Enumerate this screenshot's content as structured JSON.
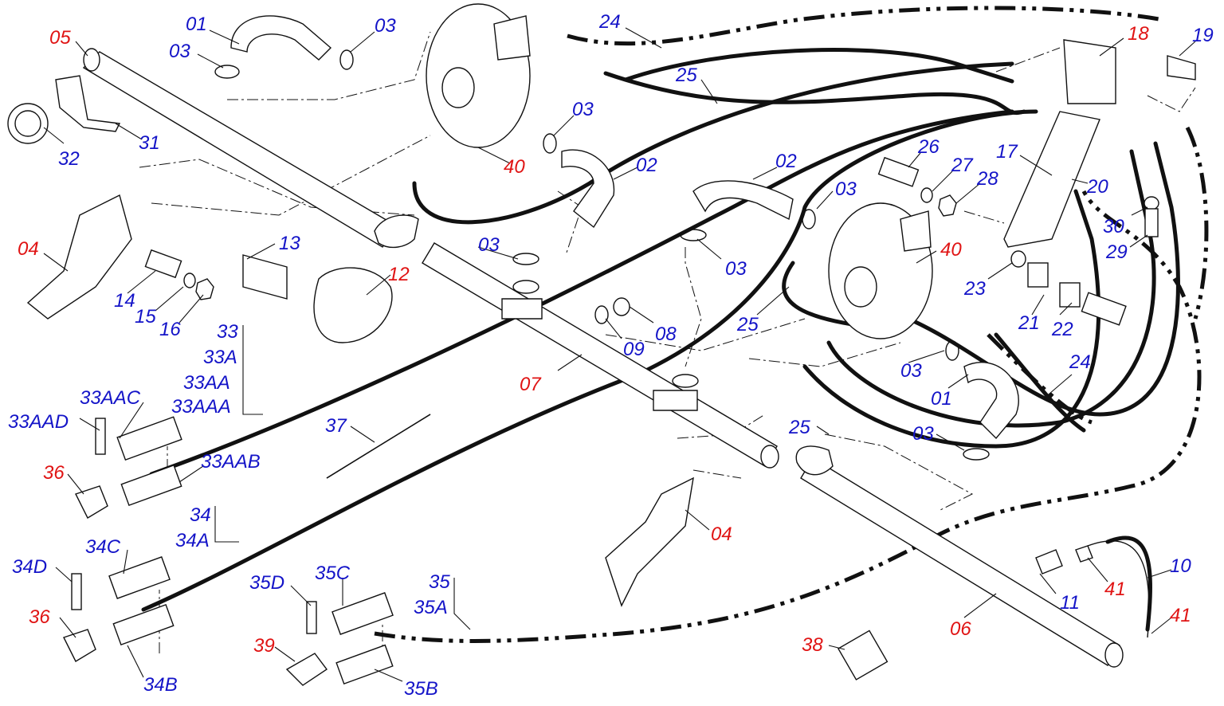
{
  "labels": [
    {
      "id": "l01a",
      "text": "01",
      "color": "blue"
    },
    {
      "id": "l03a",
      "text": "03",
      "color": "blue"
    },
    {
      "id": "l03b",
      "text": "03",
      "color": "blue"
    },
    {
      "id": "l05",
      "text": "05",
      "color": "red"
    },
    {
      "id": "l24a",
      "text": "24",
      "color": "blue"
    },
    {
      "id": "l18",
      "text": "18",
      "color": "red"
    },
    {
      "id": "l19",
      "text": "19",
      "color": "blue"
    },
    {
      "id": "l25a",
      "text": "25",
      "color": "blue"
    },
    {
      "id": "l03c",
      "text": "03",
      "color": "blue"
    },
    {
      "id": "l31",
      "text": "31",
      "color": "blue"
    },
    {
      "id": "l32",
      "text": "32",
      "color": "blue"
    },
    {
      "id": "l40a",
      "text": "40",
      "color": "red"
    },
    {
      "id": "l02a",
      "text": "02",
      "color": "blue"
    },
    {
      "id": "l02b",
      "text": "02",
      "color": "blue"
    },
    {
      "id": "l26",
      "text": "26",
      "color": "blue"
    },
    {
      "id": "l27",
      "text": "27",
      "color": "blue"
    },
    {
      "id": "l17",
      "text": "17",
      "color": "blue"
    },
    {
      "id": "l28",
      "text": "28",
      "color": "blue"
    },
    {
      "id": "l20",
      "text": "20",
      "color": "blue"
    },
    {
      "id": "l03d",
      "text": "03",
      "color": "blue"
    },
    {
      "id": "l30",
      "text": "30",
      "color": "blue"
    },
    {
      "id": "l29",
      "text": "29",
      "color": "blue"
    },
    {
      "id": "l04a",
      "text": "04",
      "color": "red"
    },
    {
      "id": "l13",
      "text": "13",
      "color": "blue"
    },
    {
      "id": "l12",
      "text": "12",
      "color": "red"
    },
    {
      "id": "l03e",
      "text": "03",
      "color": "blue"
    },
    {
      "id": "l03f",
      "text": "03",
      "color": "blue"
    },
    {
      "id": "l40b",
      "text": "40",
      "color": "red"
    },
    {
      "id": "l23",
      "text": "23",
      "color": "blue"
    },
    {
      "id": "l14",
      "text": "14",
      "color": "blue"
    },
    {
      "id": "l15",
      "text": "15",
      "color": "blue"
    },
    {
      "id": "l16",
      "text": "16",
      "color": "blue"
    },
    {
      "id": "l25b",
      "text": "25",
      "color": "blue"
    },
    {
      "id": "l21",
      "text": "21",
      "color": "blue"
    },
    {
      "id": "l22",
      "text": "22",
      "color": "blue"
    },
    {
      "id": "l08",
      "text": "08",
      "color": "blue"
    },
    {
      "id": "l09",
      "text": "09",
      "color": "blue"
    },
    {
      "id": "l33",
      "text": "33",
      "color": "blue"
    },
    {
      "id": "l33A",
      "text": "33A",
      "color": "blue"
    },
    {
      "id": "l33AA",
      "text": "33AA",
      "color": "blue"
    },
    {
      "id": "l33AAA",
      "text": "33AAA",
      "color": "blue"
    },
    {
      "id": "l03g",
      "text": "03",
      "color": "blue"
    },
    {
      "id": "l24b",
      "text": "24",
      "color": "blue"
    },
    {
      "id": "l07",
      "text": "07",
      "color": "red"
    },
    {
      "id": "l01b",
      "text": "01",
      "color": "blue"
    },
    {
      "id": "l33AAC",
      "text": "33AAC",
      "color": "blue"
    },
    {
      "id": "l33AAD",
      "text": "33AAD",
      "color": "blue"
    },
    {
      "id": "l37",
      "text": "37",
      "color": "blue"
    },
    {
      "id": "l25c",
      "text": "25",
      "color": "blue"
    },
    {
      "id": "l03h",
      "text": "03",
      "color": "blue"
    },
    {
      "id": "l36a",
      "text": "36",
      "color": "red"
    },
    {
      "id": "l33AAB",
      "text": "33AAB",
      "color": "blue"
    },
    {
      "id": "l34",
      "text": "34",
      "color": "blue"
    },
    {
      "id": "l34A",
      "text": "34A",
      "color": "blue"
    },
    {
      "id": "l04b",
      "text": "04",
      "color": "red"
    },
    {
      "id": "l34C",
      "text": "34C",
      "color": "blue"
    },
    {
      "id": "l34D",
      "text": "34D",
      "color": "blue"
    },
    {
      "id": "l10",
      "text": "10",
      "color": "blue"
    },
    {
      "id": "l35D",
      "text": "35D",
      "color": "blue"
    },
    {
      "id": "l35C",
      "text": "35C",
      "color": "blue"
    },
    {
      "id": "l35",
      "text": "35",
      "color": "blue"
    },
    {
      "id": "l35A",
      "text": "35A",
      "color": "blue"
    },
    {
      "id": "l11",
      "text": "11",
      "color": "blue"
    },
    {
      "id": "l41a",
      "text": "41",
      "color": "red"
    },
    {
      "id": "l36b",
      "text": "36",
      "color": "red"
    },
    {
      "id": "l41b",
      "text": "41",
      "color": "red"
    },
    {
      "id": "l06",
      "text": "06",
      "color": "red"
    },
    {
      "id": "l38",
      "text": "38",
      "color": "red"
    },
    {
      "id": "l39",
      "text": "39",
      "color": "red"
    },
    {
      "id": "l34B",
      "text": "34B",
      "color": "blue"
    },
    {
      "id": "l35B",
      "text": "35B",
      "color": "blue"
    }
  ],
  "colors": {
    "blue": "#1414c8",
    "red": "#e01414",
    "line": "#111111"
  }
}
